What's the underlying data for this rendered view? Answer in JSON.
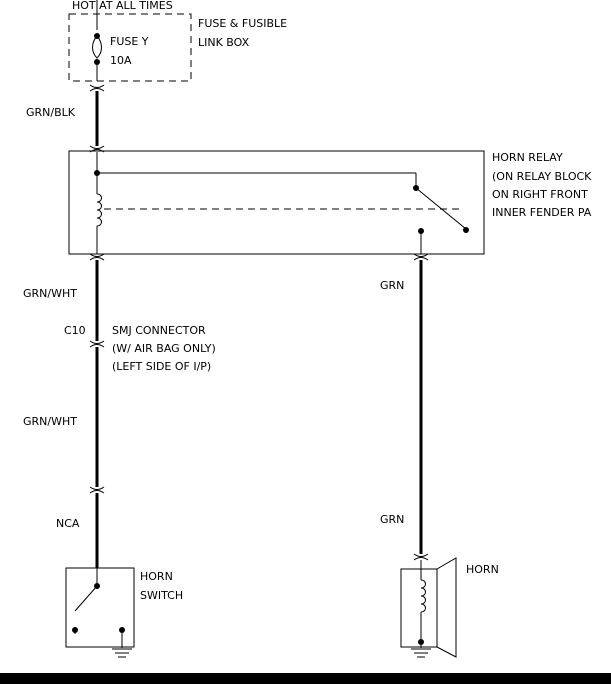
{
  "power": {
    "source_label": "HOT AT ALL TIMES",
    "box_name_line1": "FUSE & FUSIBLE",
    "box_name_line2": "LINK BOX",
    "fuse_name": "FUSE Y",
    "fuse_rating": "10A"
  },
  "wires": {
    "fuse_to_relay": "GRN/BLK",
    "relay_to_connector": "GRN/WHT",
    "connector_to_switch_upper": "GRN/WHT",
    "switch_lower": "NCA",
    "relay_to_horn_upper": "GRN",
    "relay_to_horn_lower": "GRN"
  },
  "relay": {
    "line1": "HORN RELAY",
    "line2": "(ON RELAY BLOCK",
    "line3": "ON RIGHT FRONT",
    "line4": "INNER FENDER PA"
  },
  "connector": {
    "id": "C10",
    "line1": "SMJ CONNECTOR",
    "line2": "(W/ AIR BAG ONLY)",
    "line3": "(LEFT SIDE OF I/P)"
  },
  "horn_switch": {
    "line1": "HORN",
    "line2": "SWITCH"
  },
  "horn": {
    "label": "HORN"
  }
}
